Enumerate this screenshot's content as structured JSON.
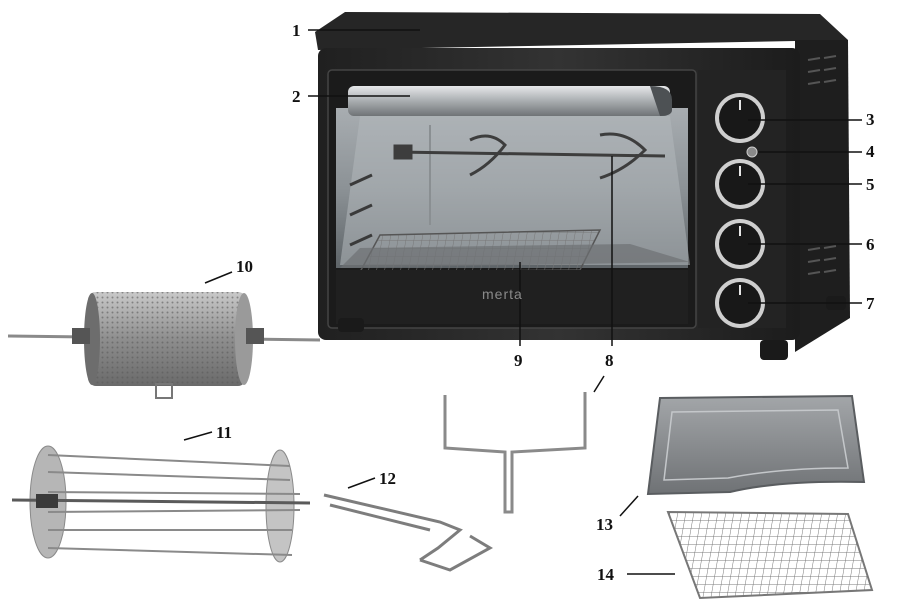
{
  "brand_logo": "merta",
  "callouts": [
    {
      "id": "1",
      "label": "1"
    },
    {
      "id": "2",
      "label": "2"
    },
    {
      "id": "3",
      "label": "3"
    },
    {
      "id": "4",
      "label": "4"
    },
    {
      "id": "5",
      "label": "5"
    },
    {
      "id": "6",
      "label": "6"
    },
    {
      "id": "7",
      "label": "7"
    },
    {
      "id": "8",
      "label": "8"
    },
    {
      "id": "9",
      "label": "9"
    },
    {
      "id": "10",
      "label": "10"
    },
    {
      "id": "11",
      "label": "11"
    },
    {
      "id": "12",
      "label": "12"
    },
    {
      "id": "13",
      "label": "13"
    },
    {
      "id": "14",
      "label": "14"
    }
  ],
  "colors": {
    "oven_body": "#2a2a2a",
    "oven_edge": "#1a1a1a",
    "glass": "#9aa1a5",
    "handle": "#b9bdc0",
    "tray": "#8a8d90",
    "wire": "#9a9a9a",
    "background": "#ffffff"
  }
}
